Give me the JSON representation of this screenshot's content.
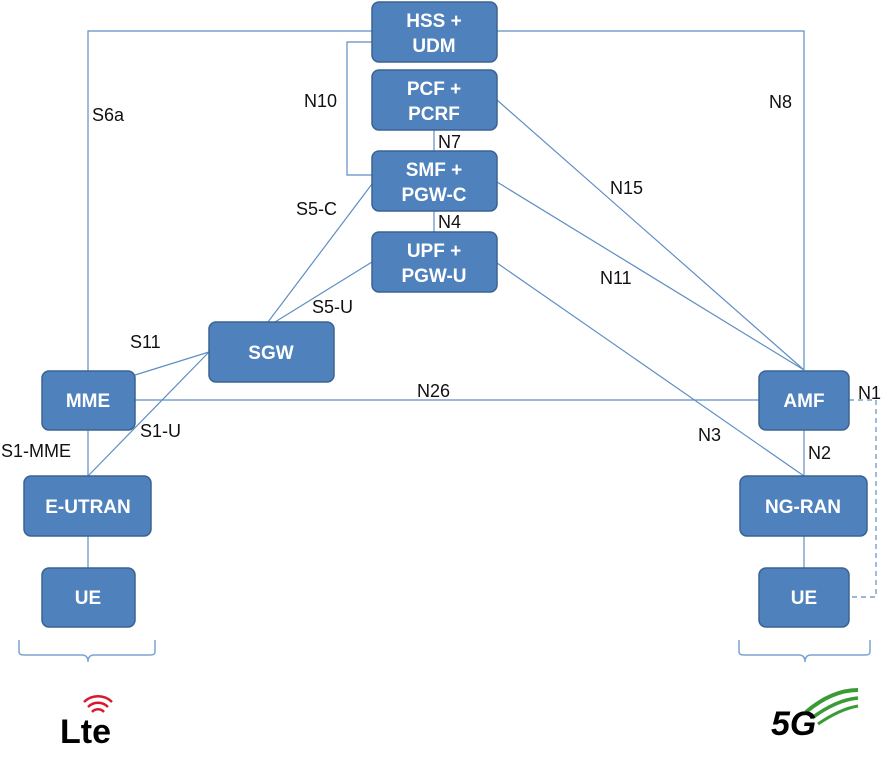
{
  "nodes": {
    "hss": [
      "HSS +",
      "UDM"
    ],
    "pcf": [
      "PCF +",
      "PCRF"
    ],
    "smf": [
      "SMF +",
      "PGW-C"
    ],
    "upf": [
      "UPF +",
      "PGW-U"
    ],
    "sgw": [
      "SGW"
    ],
    "mme": [
      "MME"
    ],
    "eutran": [
      "E-UTRAN"
    ],
    "ue_lte": [
      "UE"
    ],
    "amf": [
      "AMF"
    ],
    "ngran": [
      "NG-RAN"
    ],
    "ue_5g": [
      "UE"
    ]
  },
  "interfaces": {
    "s6a": "S6a",
    "n10": "N10",
    "n7": "N7",
    "s5c": "S5-C",
    "n4": "N4",
    "s5u": "S5-U",
    "s11": "S11",
    "s1u": "S1-U",
    "s1mme": "S1-MME",
    "n8": "N8",
    "n15": "N15",
    "n11": "N11",
    "n26": "N26",
    "n3": "N3",
    "n1": "N1",
    "n2": "N2"
  },
  "logos": {
    "lte": {
      "text": "Lte",
      "color": "#000000",
      "accent": "#d8192b"
    },
    "fiveg": {
      "text": "5G",
      "color": "#000000",
      "accent": "#3a9b35"
    }
  },
  "colors": {
    "node_fill": "#4f81bd",
    "link": "#5f8ec4"
  }
}
